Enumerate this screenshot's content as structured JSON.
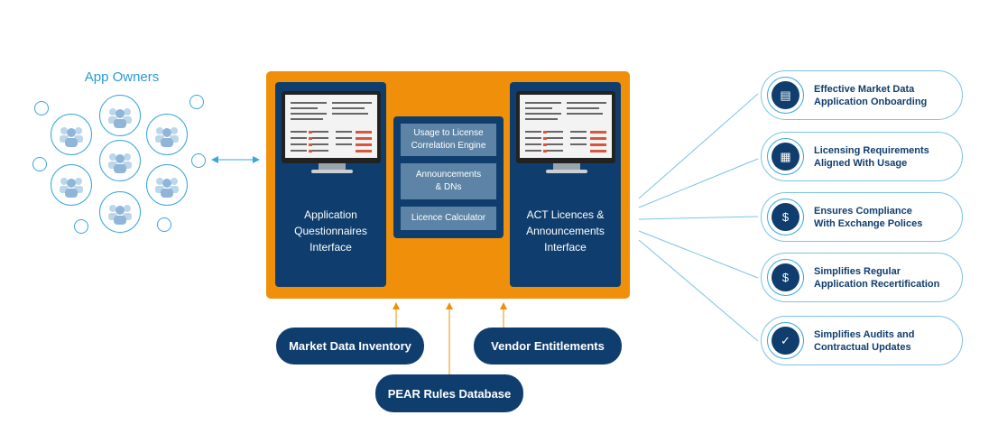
{
  "app_owners": {
    "title": "App Owners"
  },
  "left_panel": {
    "line1": "Application",
    "line2": "Questionnaires",
    "line3": "Interface"
  },
  "right_panel": {
    "line1": "ACT Licences &",
    "line2": "Announcements",
    "line3": "Interface"
  },
  "middle_panel": {
    "items": [
      {
        "line1": "Usage to License",
        "line2": "Correlation Engine"
      },
      {
        "line1": "Announcements",
        "line2": "& DNs"
      },
      {
        "line1": "Licence Calculator",
        "line2": ""
      }
    ]
  },
  "data_sources": {
    "inventory": "Market Data Inventory",
    "entitlements": "Vendor Entitlements",
    "rules": "PEAR Rules Database"
  },
  "benefits": [
    {
      "line1": "Effective Market Data",
      "line2": "Application Onboarding",
      "icon": "chart-monitor-icon"
    },
    {
      "line1": "Licensing Requirements",
      "line2": "Aligned With Usage",
      "icon": "document-chart-icon"
    },
    {
      "line1": "Ensures Compliance",
      "line2": "With Exchange Polices",
      "icon": "currency-exchange-icon"
    },
    {
      "line1": "Simplifies Regular",
      "line2": "Application Recertification",
      "icon": "document-dollar-icon"
    },
    {
      "line1": "Simplifies Audits and",
      "line2": "Contractual Updates",
      "icon": "document-check-icon"
    }
  ],
  "colors": {
    "navy": "#0f3e6e",
    "orange": "#ef8f0a",
    "accent_blue": "#2b9bd6",
    "mid_button": "#5d84a6"
  }
}
